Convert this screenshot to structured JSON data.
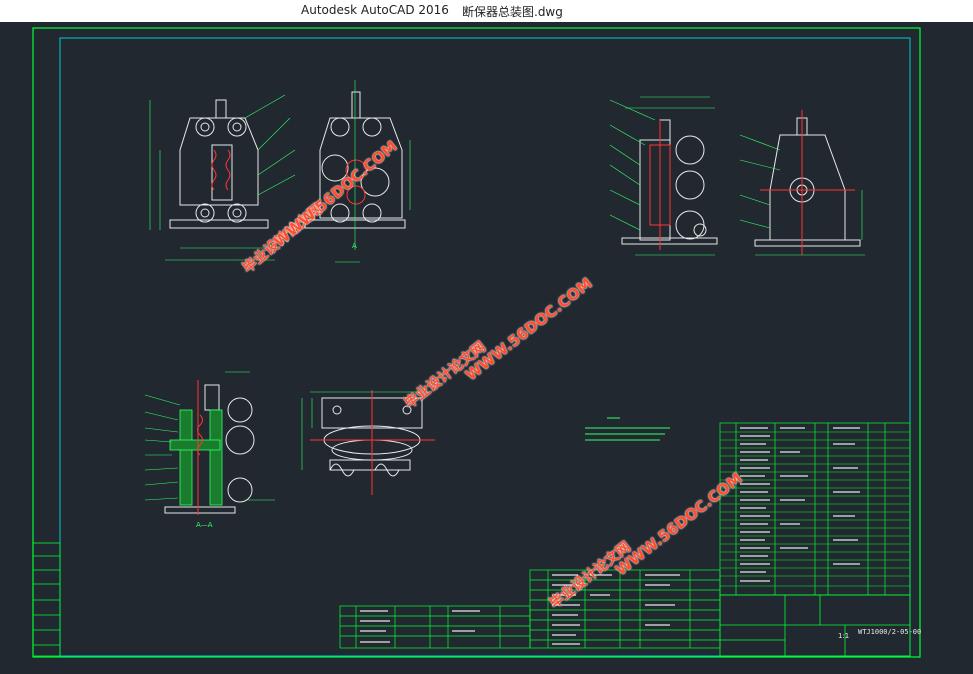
{
  "window": {
    "app_title": "Autodesk AutoCAD 2016",
    "file_name": "断保器总装图.dwg"
  },
  "watermarks": {
    "url": "WWW.56DOC.COM",
    "site_cn": "毕业设计论文网"
  },
  "colors": {
    "background": "#212830",
    "frame_green": "#00ff33",
    "inner_frame_cyan": "#00cccc",
    "part_white": "#e8e8e8",
    "dimension_green": "#33ff66",
    "center_red": "#ff3333",
    "hatch_yellow": "#ffff33",
    "watermark": "#ff4d2e"
  },
  "drawing": {
    "view_label_aa": "A—A",
    "view_label_a": "A",
    "scale_label": "1:1",
    "drawing_number": "WTJ1000/2-05-00"
  }
}
